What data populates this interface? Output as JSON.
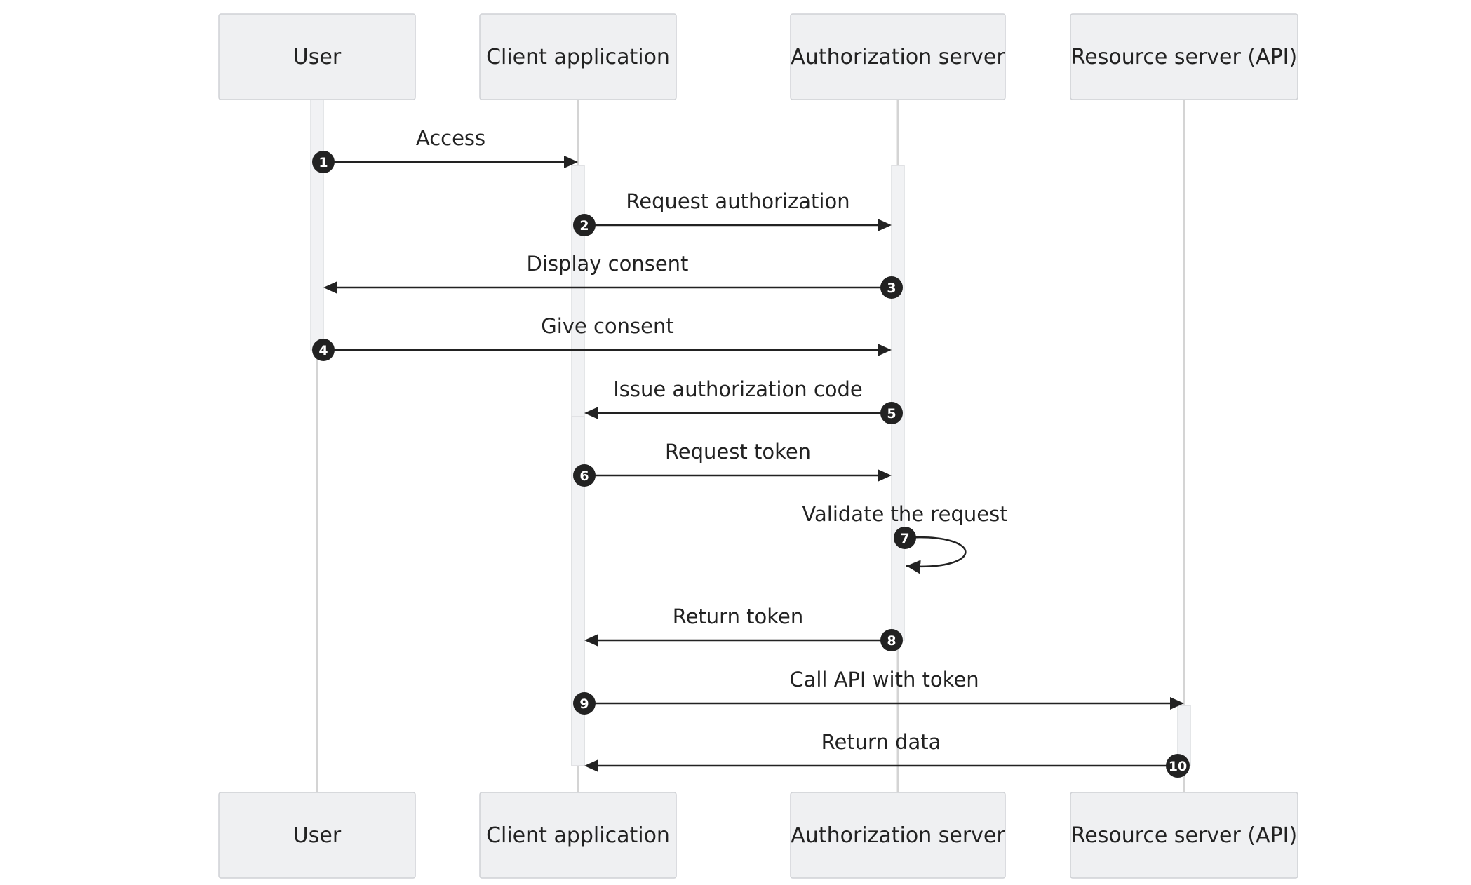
{
  "participants": [
    {
      "id": "user",
      "label": "User"
    },
    {
      "id": "client",
      "label": "Client application"
    },
    {
      "id": "auth",
      "label": "Authorization server"
    },
    {
      "id": "resource",
      "label": "Resource server (API)"
    }
  ],
  "messages": [
    {
      "number": "1",
      "from": "user",
      "to": "client",
      "label": "Access"
    },
    {
      "number": "2",
      "from": "client",
      "to": "auth",
      "label": "Request authorization"
    },
    {
      "number": "3",
      "from": "auth",
      "to": "user",
      "label": "Display consent"
    },
    {
      "number": "4",
      "from": "user",
      "to": "auth",
      "label": "Give consent"
    },
    {
      "number": "5",
      "from": "auth",
      "to": "client",
      "label": "Issue authorization code"
    },
    {
      "number": "6",
      "from": "client",
      "to": "auth",
      "label": "Request token"
    },
    {
      "number": "7",
      "from": "auth",
      "to": "auth",
      "label": "Validate the request"
    },
    {
      "number": "8",
      "from": "auth",
      "to": "client",
      "label": "Return token"
    },
    {
      "number": "9",
      "from": "client",
      "to": "resource",
      "label": "Call API with token"
    },
    {
      "number": "10",
      "from": "resource",
      "to": "client",
      "label": "Return data"
    }
  ]
}
